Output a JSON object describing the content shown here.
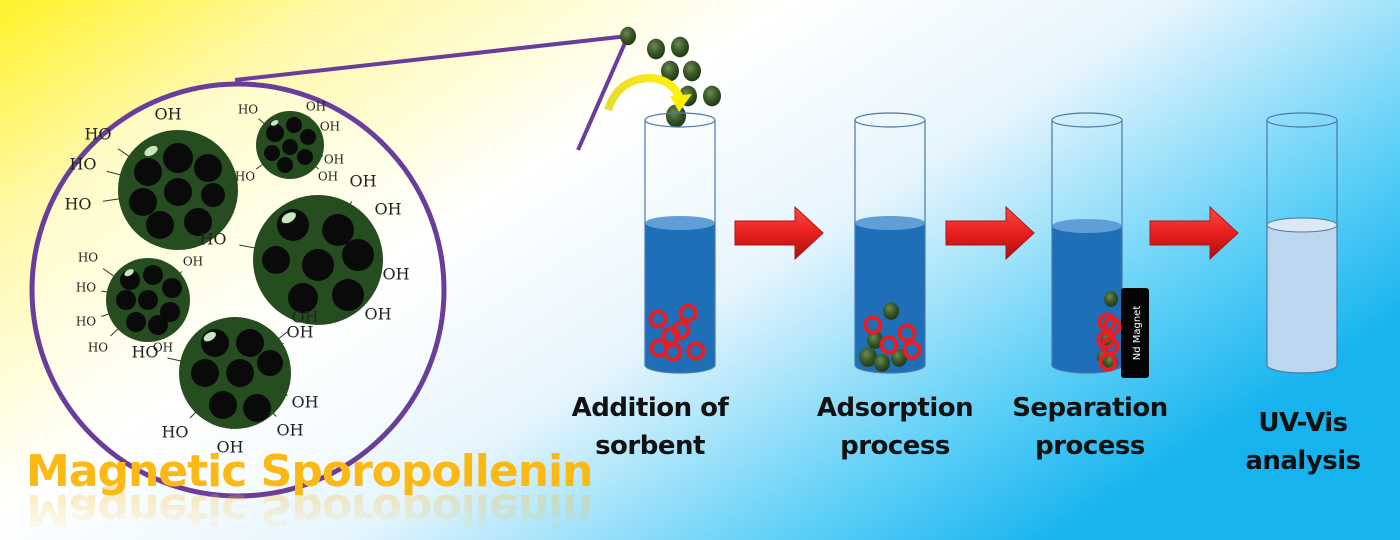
{
  "figure": {
    "type": "graphical-abstract",
    "title": "Magnetic Sporopollenin",
    "colors": {
      "title": "#fcb813",
      "callout_circle": "#6a3d9a",
      "sorbent_particle": "#264d1f",
      "ring_analyte": "#e81e25",
      "water": "#1e6fb8",
      "clear_solution": "#bcd6ee",
      "arrow": "#e8201f",
      "bg_left": "#fff22a",
      "bg_right": "#1cb4ef"
    }
  },
  "inset": {
    "functional_group_labels": [
      "HO",
      "OH"
    ],
    "particle_count": 5
  },
  "steps": [
    {
      "id": "addition",
      "line1": "Addition of",
      "line2": "sorbent"
    },
    {
      "id": "adsorption",
      "line1": "Adsorption",
      "line2": "process"
    },
    {
      "id": "separation",
      "line1": "Separation",
      "line2": "process"
    },
    {
      "id": "uvvis",
      "line1": "UV-Vis",
      "line2": "analysis"
    }
  ],
  "magnet_label": "Nd Magnet",
  "arrows": [
    "addition-to-adsorption",
    "adsorption-to-separation",
    "separation-to-uvvis"
  ]
}
